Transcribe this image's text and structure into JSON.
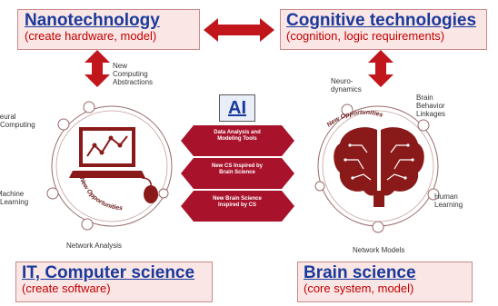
{
  "boxes": {
    "nano": {
      "title": "Nanotechnology",
      "sub": "(create hardware, model)"
    },
    "cog": {
      "title": "Cognitive technologies",
      "sub": "(cognition, logic requirements)"
    },
    "it": {
      "title": "IT, Computer science",
      "sub": "(create software)"
    },
    "brain": {
      "title": "Brain science",
      "sub": "(core system, model)"
    }
  },
  "ai_label": "AI",
  "cross_labels": [
    "Data Analysis and Modeling Tools",
    "New CS Inspired by Brain Science",
    "New Brain Science Inspired by CS"
  ],
  "left_circle": {
    "labels": [
      "New Computing Abstractions",
      "Neural Computing",
      "Machine Learning",
      "Network Analysis"
    ],
    "inner": "New Opportunities"
  },
  "right_circle": {
    "labels": [
      "Neuro-dynamics",
      "Brain Behavior Linkages",
      "Human Learning",
      "Network Models"
    ],
    "inner": "New Opportunities"
  },
  "colors": {
    "arrow": "#c0161c",
    "title": "#1a3a9a",
    "sub": "#c00000",
    "box_bg": "#fbe6e6",
    "circle": "#8a1a1a"
  }
}
